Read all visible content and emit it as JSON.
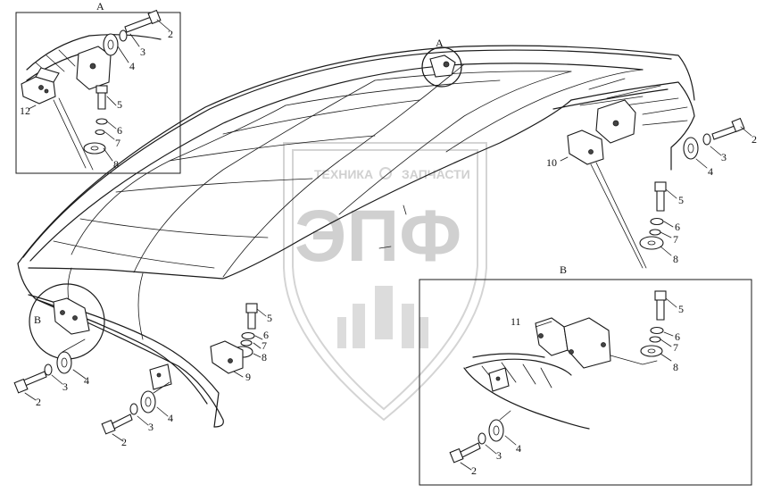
{
  "views": {
    "A": "A",
    "B": "B",
    "callout_A": "A",
    "callout_B": "B"
  },
  "watermark": {
    "line1_left": "ТЕХНИКА",
    "line1_right": "ЗАПЧАСТИ",
    "big": "ЭПФ"
  },
  "labels": {
    "a_2": "2",
    "a_3": "3",
    "a_4": "4",
    "a_5": "5",
    "a_6": "6",
    "a_7": "7",
    "a_8": "8",
    "a_12": "12",
    "r_2": "2",
    "r_3": "3",
    "r_4": "4",
    "r_10": "10",
    "r_5": "5",
    "r_6": "6",
    "r_7": "7",
    "r_8": "8",
    "bl_2": "2",
    "bl_3": "3",
    "bl_4": "4",
    "bm_2": "2",
    "bm_3": "3",
    "bm_4": "4",
    "m_5": "5",
    "m_6": "6",
    "m_7": "7",
    "m_8": "8",
    "m_9": "9",
    "b_11": "11",
    "b_5": "5",
    "b_6": "6",
    "b_7": "7",
    "b_8": "8",
    "b_2": "2",
    "b_3": "3",
    "b_4": "4"
  },
  "colors": {
    "line": "#1a1a1a",
    "watermark": "#d4d4d4"
  }
}
